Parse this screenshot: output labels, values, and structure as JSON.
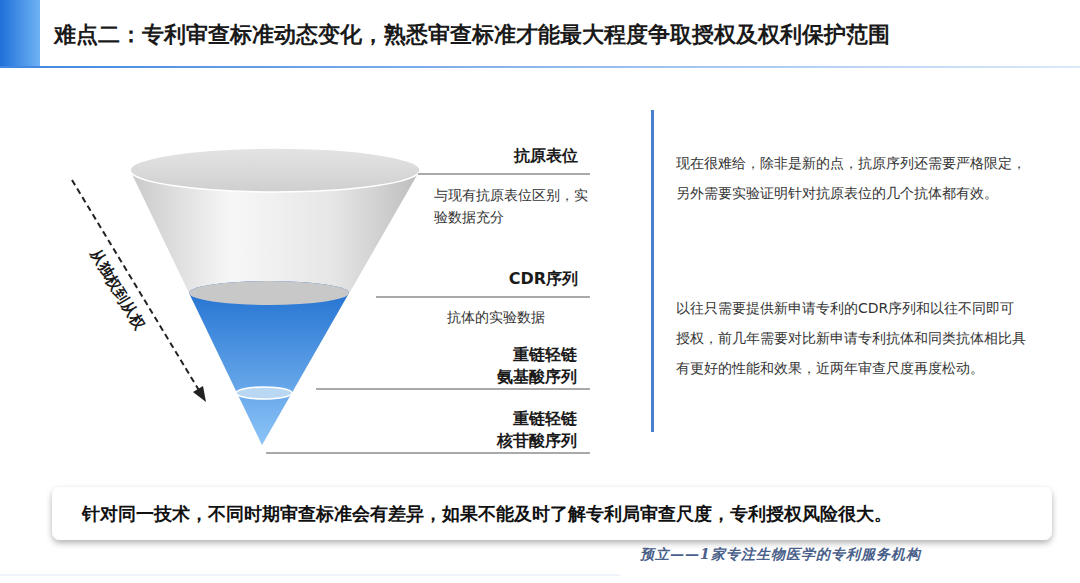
{
  "diagram": {
    "title": "难点二：专利审查标准动态变化，熟悉审查标准才能最大程度争取授权及权利保护范围",
    "nodes": [
      {
        "text": [
          "针对同一技术，不同时期审查标准会有差异，如果不能及时了解专利局审查尺度，专利授权风险很大。"
        ]
      }
    ],
    "labels": [
      "抗原表位",
      "与现有抗原表位区别，实验数据充分",
      "CDR序列",
      "抗体的实验数据",
      "重链轻链 氨基酸序列",
      "重链轻链 核苷酸序列",
      "从独权到从权",
      "现在很难给，除非是新的点，抗原序列还需要严格限定，另外需要实验证明针对抗原表位的几个抗体都有效。",
      "以往只需要提供新申请专利的CDR序列和以往不同即可授权，前几年需要对比新申请专利抗体和同类抗体相比具有更好的性能和效果，近两年审查尺度再度松动。",
      "预立——1家专注生物医学的专利服务机构"
    ]
  }
}
